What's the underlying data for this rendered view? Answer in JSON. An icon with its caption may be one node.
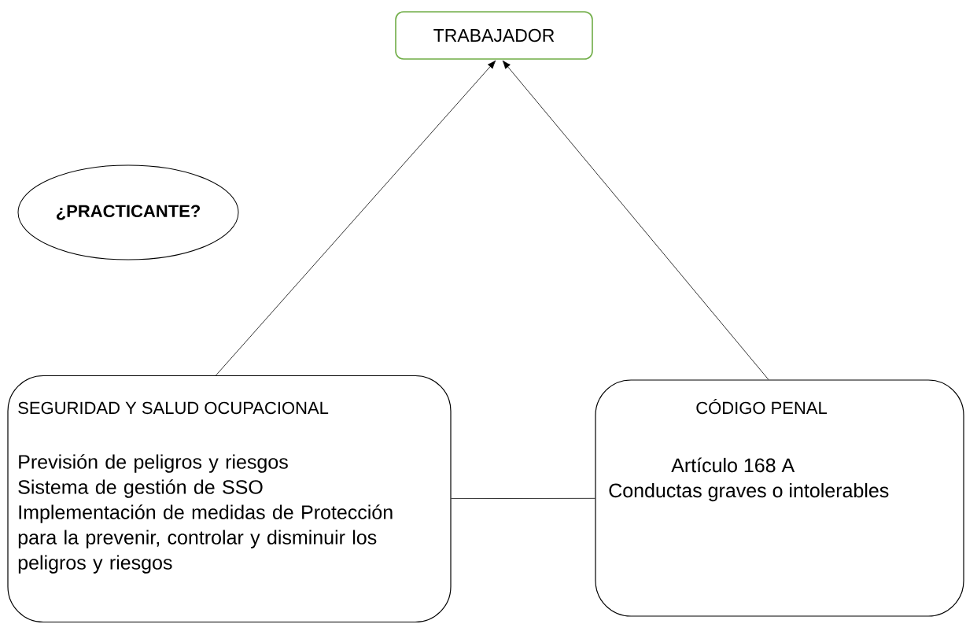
{
  "diagram": {
    "nodes": [
      {
        "text": [
          "TRABAJADOR"
        ]
      },
      {
        "text": [
          "¿PRACTICANTE?"
        ]
      },
      {
        "text": [
          "SEGURIDAD Y SALUD OCUPACIONAL",
          "Previsión de peligros y riesgos",
          "Sistema de gestión de SSO",
          "Implementación de medidas de Protección para la prevenir, controlar y disminuir los peligros y riesgos"
        ]
      },
      {
        "text": [
          "CÓDIGO PENAL",
          "Artículo 168 A",
          "Conductas graves o intolerables"
        ]
      }
    ],
    "edges": [
      {
        "from": 2,
        "to": 0,
        "arrow": "to"
      },
      {
        "from": 3,
        "to": 0,
        "arrow": "to"
      },
      {
        "from": 2,
        "to": 3,
        "arrow": "none"
      }
    ]
  }
}
